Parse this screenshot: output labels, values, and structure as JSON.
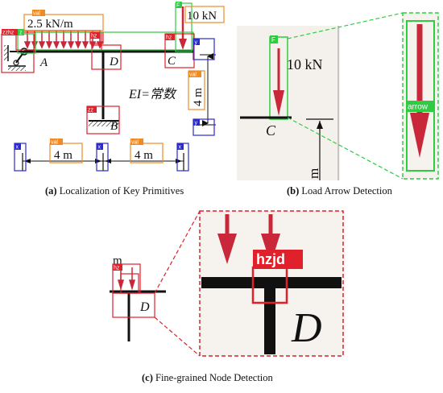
{
  "panel_a": {
    "load_value": "2.5 kN/m",
    "point_load": "10 kN",
    "node_a": "A",
    "node_b": "B",
    "node_c": "C",
    "node_d": "D",
    "stiffness": "EI=常数",
    "height": "4 m",
    "span_left": "4 m",
    "span_right": "4 m",
    "tag_val": "val",
    "tag_zzhz": "zzhz",
    "tag_z": "z",
    "tag_f": "F",
    "tag_hz": "hz",
    "tag_x": "x",
    "tag_y": "y",
    "tag_zz": "zz",
    "caption_label": "(a)",
    "caption_text": " Localization of Key Primitives"
  },
  "panel_b": {
    "load_value": "10 kN",
    "node_c": "C",
    "unit": "m",
    "tag_f": "F",
    "tag_arrow": "arrow",
    "caption_label": "(b)",
    "caption_text": " Load Arrow Detection"
  },
  "panel_c": {
    "unit": "m",
    "node_d": "D",
    "tag_hz": "hz",
    "tag_hzjd": "hzjd",
    "caption_label": "(c)",
    "caption_text": " Fine-grained Node Detection"
  },
  "colors": {
    "detection_red": "#e0202a",
    "detection_green": "#2ecc40",
    "detection_blue": "#2a2ad0",
    "detection_orange": "#f08a24",
    "arrow_red": "#c8283a"
  }
}
